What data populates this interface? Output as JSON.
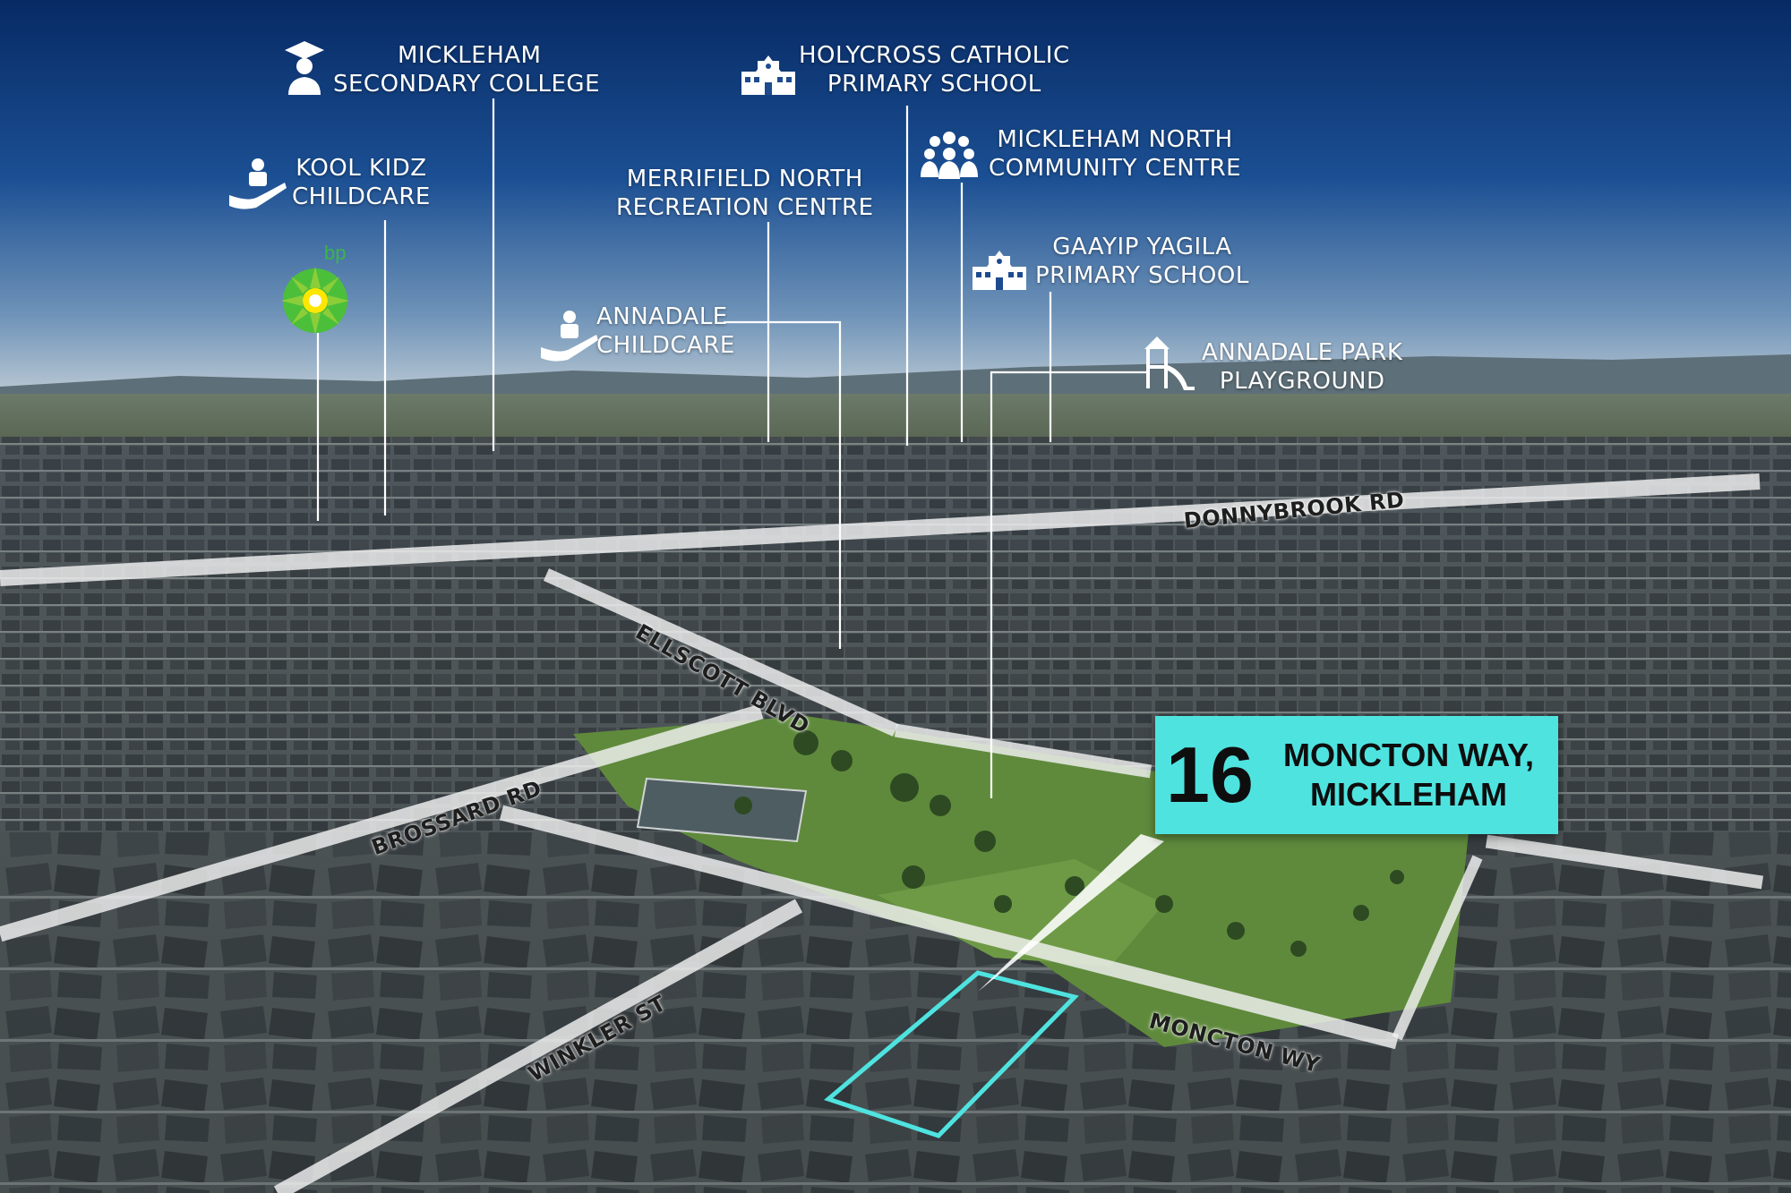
{
  "address": {
    "number": "16",
    "line1": "MONCTON WAY,",
    "line2": "MICKLEHAM",
    "box_color": "#4fe3e0"
  },
  "points_of_interest": [
    {
      "id": "mickleham-secondary",
      "line1": "MICKLEHAM",
      "line2": "SECONDARY COLLEGE",
      "icon": "graduate-icon"
    },
    {
      "id": "holycross",
      "line1": "HOLYCROSS CATHOLIC",
      "line2": "PRIMARY SCHOOL",
      "icon": "school-icon"
    },
    {
      "id": "kool-kidz",
      "line1": "KOOL KIDZ",
      "line2": "CHILDCARE",
      "icon": "childcare-icon"
    },
    {
      "id": "merrifield",
      "line1": "MERRIFIELD NORTH",
      "line2": "RECREATION CENTRE",
      "icon": ""
    },
    {
      "id": "mickleham-north",
      "line1": "MICKLEHAM NORTH",
      "line2": "COMMUNITY CENTRE",
      "icon": "community-icon"
    },
    {
      "id": "gaayip",
      "line1": "GAAYIP YAGILA",
      "line2": "PRIMARY SCHOOL",
      "icon": "school-icon"
    },
    {
      "id": "annadale-childcare",
      "line1": "ANNADALE",
      "line2": "CHILDCARE",
      "icon": "childcare-icon"
    },
    {
      "id": "annadale-park",
      "line1": "ANNADALE PARK",
      "line2": "PLAYGROUND",
      "icon": "playground-icon"
    }
  ],
  "brand_logo": {
    "text": "bp",
    "icon": "bp-logo-icon",
    "color": "#3cb54a"
  },
  "roads": {
    "donnybrook": "DONNYBROOK RD",
    "ellscott": "ELLSCOTT BLVD",
    "brossard": "BROSSARD RD",
    "winkler": "WINKLER ST",
    "moncton": "MONCTON WY"
  },
  "colors": {
    "sky_top": "#0a2f6b",
    "sky_horizon": "#9bb6cc",
    "ground": "#4a5456",
    "park": "#5f8a3c",
    "highlight": "#4fe3e0",
    "road_overlay": "#f2f2f2"
  }
}
